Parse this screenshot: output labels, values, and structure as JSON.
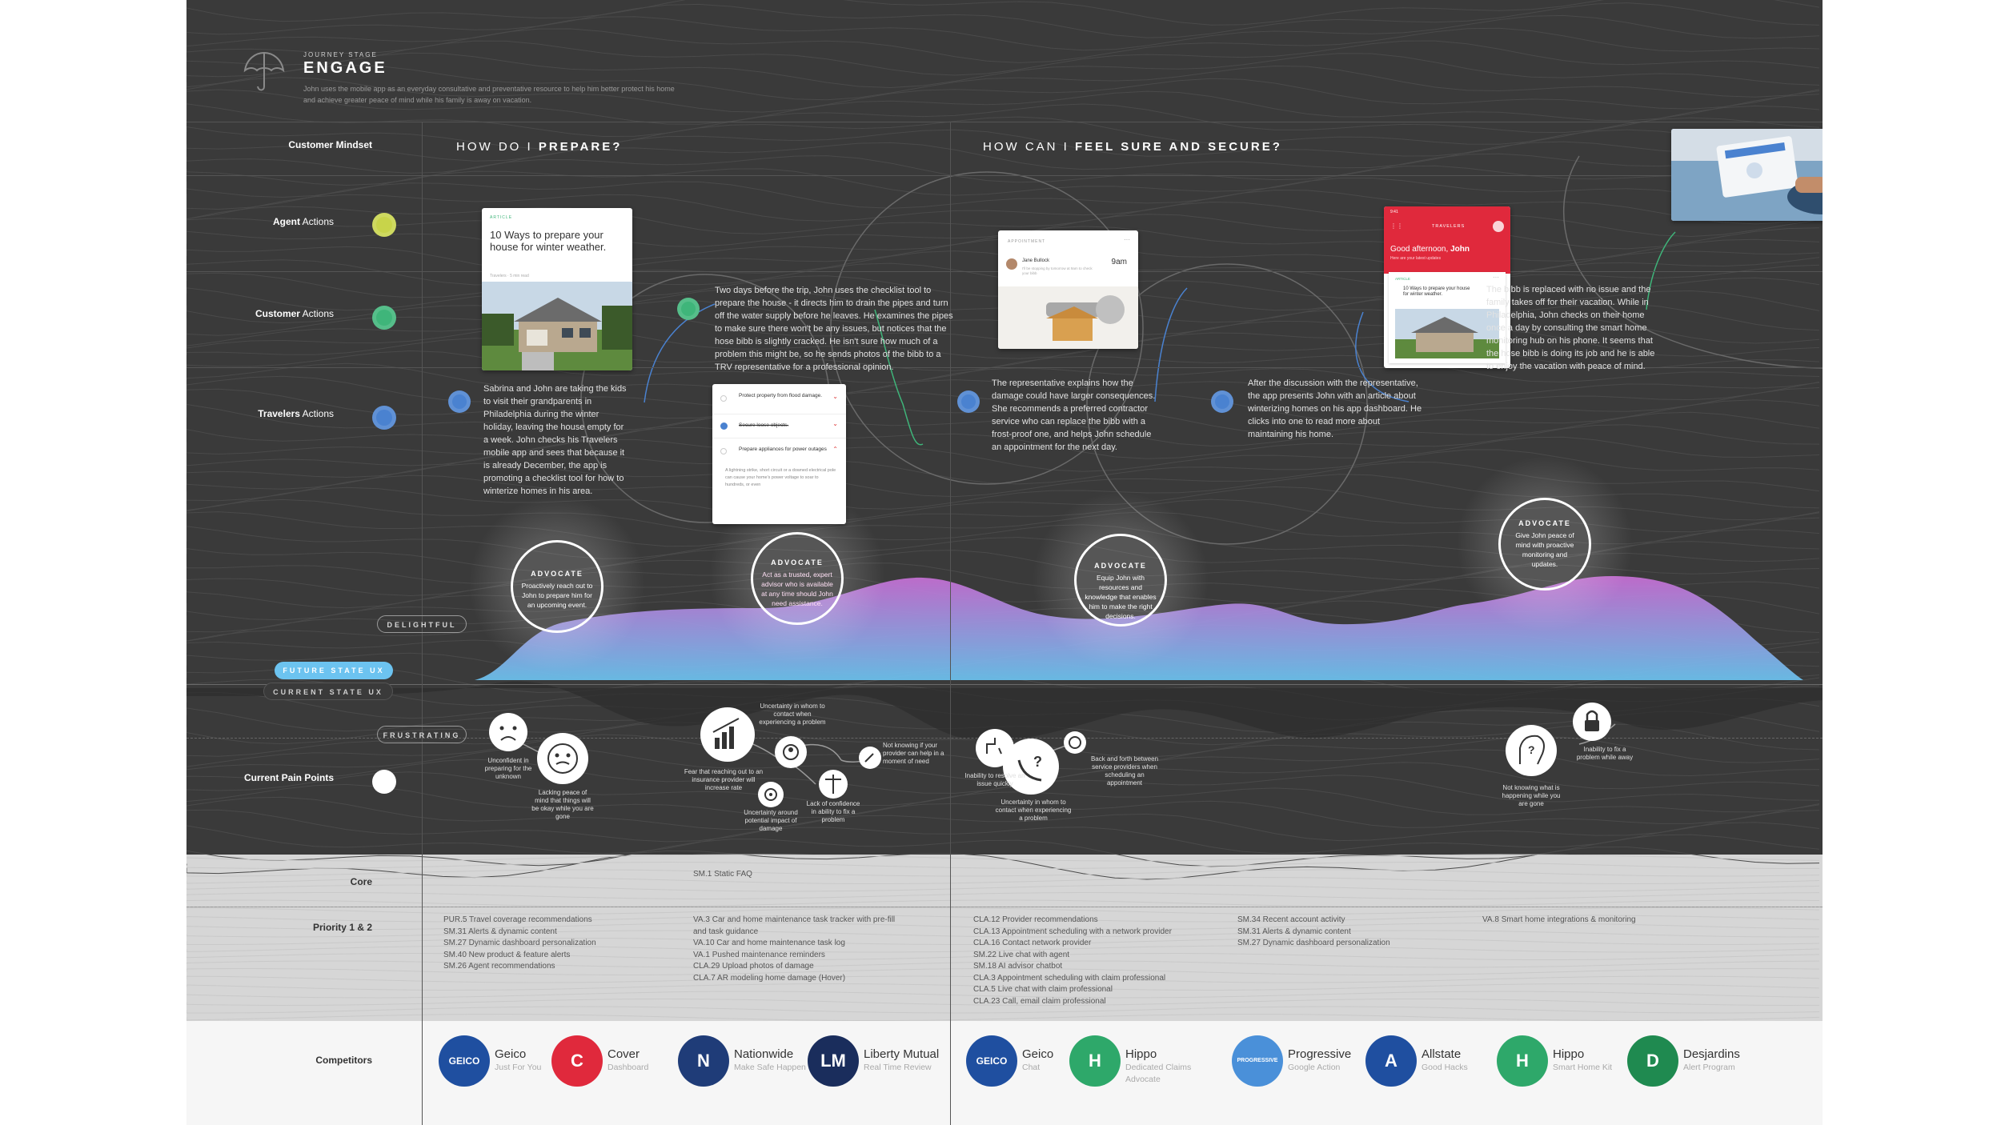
{
  "stage": {
    "kicker": "JOURNEY STAGE",
    "title": "ENGAGE",
    "description": "John uses the mobile app as an everyday consultative and preventative resource to help him better protect his home and achieve greater peace of mind while his family is away on vacation."
  },
  "rows": {
    "mindset": "Customer Mindset",
    "agent_bold": "Agent",
    "customer_bold": "Customer",
    "travelers_bold": "Travelers",
    "actions": "Actions",
    "pain": "Current Pain Points",
    "core": "Core",
    "priority": "Priority 1 & 2",
    "competitors": "Competitors"
  },
  "questions": [
    {
      "prefix": "HOW DO I ",
      "bold": "PREPARE?"
    },
    {
      "prefix": "HOW CAN I ",
      "bold": "FEEL SURE AND SECURE?"
    }
  ],
  "narrative": [
    "Sabrina and John are taking the kids to visit their grandparents in Philadelphia during the winter holiday, leaving the house empty for a week. John checks his Travelers mobile app and sees that because it is already December, the app is promoting a checklist tool for how to winterize homes in his area.",
    "Two days before the trip, John uses the checklist tool to prepare the house - it directs him to drain the pipes and turn off the water supply before he leaves. He examines the pipes to make sure there won't be any issues, but notices that the hose bibb is slightly cracked. He isn't sure how much of a problem this might be, so he sends photos of the bibb to a TRV representative for a professional opinion.",
    "The representative explains how the damage could have larger consequences. She recommends a preferred contractor service who can replace the bibb with a frost-proof one, and helps John schedule an appointment for the next day.",
    "After the discussion with the representative, the app presents John with an article about winterizing homes on his app dashboard. He clicks into one to read more about maintaining his home.",
    "The bibb is replaced with no issue and the family takes off for their vacation. While in Philadelphia, John checks on their home once a day by consulting the smart home monitoring hub on his phone. It seems that the hose bibb is doing its job and he is able to enjoy the vacation with peace of mind."
  ],
  "cards": {
    "article": {
      "kicker": "ARTICLE",
      "title": "10 Ways to prepare your house for winter weather.",
      "byline": "Travelers · 5 min read"
    },
    "checklist": [
      {
        "text": "Protect property from flood damage.",
        "state": "open"
      },
      {
        "text": "Secure loose objects.",
        "state": "done"
      },
      {
        "text": "Prepare appliances for power outages",
        "state": "expanded"
      }
    ],
    "checklist_detail": "A lightning strike, short circuit or a downed electrical pole can cause your home's power voltage to soar to hundreds, or even",
    "appointment": {
      "kicker": "APPOINTMENT",
      "name": "Jane Bullock",
      "time": "9am",
      "note": "I'll be stopping by tomorrow at 9am to check your bibb"
    },
    "dashboard": {
      "status_time": "9:41",
      "brand": "TRAVELERS",
      "greeting": "Good afternoon, ",
      "greeting_name": "John",
      "sub": "Here are your latest updates",
      "article_kicker": "ARTICLE",
      "article_title": "10 Ways to prepare your house for winter weather."
    }
  },
  "ux": {
    "delightful": "DELIGHTFUL",
    "future": "FUTURE STATE UX",
    "current": "CURRENT STATE UX",
    "frustrating": "FRUSTRATING"
  },
  "advocates": [
    {
      "title": "ADVOCATE",
      "text": "Proactively reach out to John to prepare him for an upcoming event."
    },
    {
      "title": "ADVOCATE",
      "text": "Act as a trusted, expert advisor who is available at any time should John need assistance."
    },
    {
      "title": "ADVOCATE",
      "text": "Equip John with resources and knowledge that enables him to make the right decisions."
    },
    {
      "title": "ADVOCATE",
      "text": "Give John peace of mind with proactive monitoring and updates."
    }
  ],
  "pains": [
    {
      "icon": "sad-face-icon",
      "text": "Unconfident in preparing for the unknown"
    },
    {
      "icon": "worried-face-icon",
      "text": "Lacking peace of mind that things will be okay while you are gone"
    },
    {
      "icon": "rising-chart-icon",
      "text": "Fear that reaching out to an insurance provider will increase rate"
    },
    {
      "icon": "person-search-icon",
      "text": "Uncertainty in whom to contact when experiencing a problem"
    },
    {
      "icon": "gear-icon",
      "text": "Uncertainty around potential impact of damage"
    },
    {
      "icon": "scale-icon",
      "text": "Lack of confidence in ability to fix a problem"
    },
    {
      "icon": "wrench-icon",
      "text": "Not knowing if your provider can help in a moment of need"
    },
    {
      "icon": "leak-icon",
      "text": "Inability to resolve an issue quickly"
    },
    {
      "icon": "phone-question-icon",
      "text": "Uncertainty in whom to contact when experiencing a problem"
    },
    {
      "icon": "refresh-icon",
      "text": "Back and forth between service providers when scheduling an appointment"
    },
    {
      "icon": "head-question-icon",
      "text": "Not knowing what is happening while you are gone"
    },
    {
      "icon": "lock-icon",
      "text": "Inability to fix a problem while away"
    }
  ],
  "core": "SM.1 Static FAQ",
  "features": [
    [
      "PUR.5 Travel coverage recommendations",
      "SM.31 Alerts & dynamic content",
      "SM.27 Dynamic dashboard personalization",
      "SM.40 New product & feature alerts",
      "SM.26 Agent recommendations"
    ],
    [
      "VA.3 Car and home maintenance task tracker with pre-fill and task guidance",
      "VA.10 Car and home maintenance task log",
      "VA.1 Pushed maintenance reminders",
      "CLA.29 Upload photos of damage",
      "CLA.7 AR modeling home damage (Hover)"
    ],
    [
      "CLA.12 Provider recommendations",
      "CLA.13 Appointment scheduling with a network provider",
      "CLA.16 Contact network provider",
      "SM.22 Live chat with agent",
      "SM.18 AI advisor chatbot",
      "CLA.3 Appointment scheduling with claim professional",
      "CLA.5 Live chat with claim professional",
      "CLA.23 Call, email claim professional"
    ],
    [
      "SM.34 Recent account activity",
      "SM.31 Alerts & dynamic content",
      "SM.27 Dynamic dashboard personalization"
    ],
    [
      "VA.8 Smart home integrations & monitoring"
    ]
  ],
  "competitors": [
    {
      "name": "Geico",
      "sub": "Just For You",
      "logo": "GEICO",
      "color": "#1f4fa0"
    },
    {
      "name": "Cover",
      "sub": "Dashboard",
      "logo": "C",
      "color": "#e0293c"
    },
    {
      "name": "Nationwide",
      "sub": "Make Safe Happen",
      "logo": "N",
      "color": "#1f3c78"
    },
    {
      "name": "Liberty Mutual",
      "sub": "Real Time Review",
      "logo": "LM",
      "color": "#1a2d5c"
    },
    {
      "name": "Geico",
      "sub": "Chat",
      "logo": "GEICO",
      "color": "#1f4fa0"
    },
    {
      "name": "Hippo",
      "sub": "Dedicated Claims Advocate",
      "logo": "H",
      "color": "#2ea86a"
    },
    {
      "name": "Progressive",
      "sub": "Google Action",
      "logo": "PROGRESSIVE",
      "color": "#4a90d9"
    },
    {
      "name": "Allstate",
      "sub": "Good Hacks",
      "logo": "A",
      "color": "#1f4fa0"
    },
    {
      "name": "Hippo",
      "sub": "Smart Home Kit",
      "logo": "H",
      "color": "#2ea86a"
    },
    {
      "name": "Desjardins",
      "sub": "Alert Program",
      "logo": "D",
      "color": "#1f8a50"
    }
  ],
  "colors": {
    "agent": "#c8d44a",
    "customer": "#3fb57a",
    "travelers": "#4a82d0",
    "future": "#6cc3f0",
    "pink": "#c86fd6"
  }
}
